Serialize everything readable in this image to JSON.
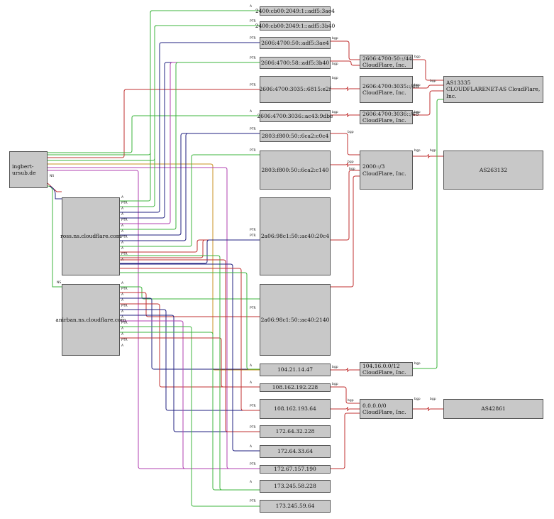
{
  "colors": {
    "green": "#3cb43c",
    "red": "#c03030",
    "navy": "#202080",
    "purple": "#b040b0",
    "orange": "#c89020",
    "node_fill": "#c8c8c8"
  },
  "nodes": {
    "domain": "ingbert-ursub.de",
    "ns1": "ross.ns.cloudflare.com",
    "ns2": "anirban.ns.cloudflare.com",
    "v6_1": "2400:cb00:2049:1::adf5:3ae4",
    "v6_2": "2400:cb00:2049:1::adf5:3b40",
    "v6_3": "2606:4700:50::adf5:3ae4",
    "v6_4": "2606:4700:58::adf5:3b40",
    "v6_5": "2606:4700:3035::6815:e2f",
    "v6_6": "2606:4700:3036::ac43:9dbe",
    "v6_7": "2803:f800:50::6ca2:c0c4",
    "v6_8": "2803:f800:50::6ca2:c140",
    "v6_9": "2a06:98c1:50::ac40:20c4",
    "v6_10": "2a06:98c1:50::ac40:2140",
    "v4_1": "104.21.14.47",
    "v4_2": "108.162.192.228",
    "v4_3": "108.162.193.64",
    "v4_4": "172.64.32.228",
    "v4_5": "172.64.33.64",
    "v4_6": "172.67.157.190",
    "v4_7": "173.245.58.228",
    "v4_8": "173.245.59.64",
    "pfx_1": "2606:4700:50::/44\nCloudFlare, Inc.",
    "pfx_2": "2606:4700:3035::/48\nCloudFlare, Inc.",
    "pfx_3": "2606:4700:3036::/48\nCloudFlare, Inc.",
    "pfx_4": "2000::/3\nCloudFlare, Inc.",
    "pfx_5": "104.16.0.0/12\nCloudFlare, Inc.",
    "pfx_6": "0.0.0.0/0\nCloudFlare, Inc.",
    "as_1": "AS13335\nCLOUDFLARENET-AS CloudFlare, Inc.",
    "as_2": "AS263132",
    "as_3": "AS42861"
  },
  "edge_labels": {
    "a": "A",
    "ptr": "PTR",
    "ns": "NS",
    "bgp": "bgp"
  }
}
